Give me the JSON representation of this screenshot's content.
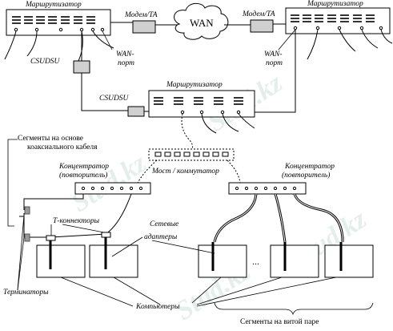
{
  "watermark": "Stud.kz",
  "labels": {
    "router_top_left": "Маршрутизатор",
    "router_top_right": "Маршрутизатор",
    "router_middle": "Маршрутизатор",
    "modem_left": "Модем/ТА",
    "modem_right": "Модем/ТА",
    "wan": "WAN",
    "wan_port_left_1": "WAN-",
    "wan_port_left_2": "порт",
    "wan_port_right_1": "WAN-",
    "wan_port_right_2": "порт",
    "csudsu_left": "CSUDSU",
    "csudsu_middle": "CSUDSU",
    "coax_segments_1": "Сегменты на основе",
    "coax_segments_2": "коаксиального кабеля",
    "hub_left_1": "Концентратор",
    "hub_left_2": "(повторитель)",
    "bridge": "Мост / коммутатор",
    "hub_right_1": "Концентратор",
    "hub_right_2": "(повторитель)",
    "t_connectors": "Т-коннекторы",
    "adapters_1": "Сетевые",
    "adapters_2": "адаптеры",
    "terminators": "Терминаторы",
    "computers": "Компьютеры",
    "dots": "...",
    "twisted_pair": "Сегменты на витой паре"
  }
}
